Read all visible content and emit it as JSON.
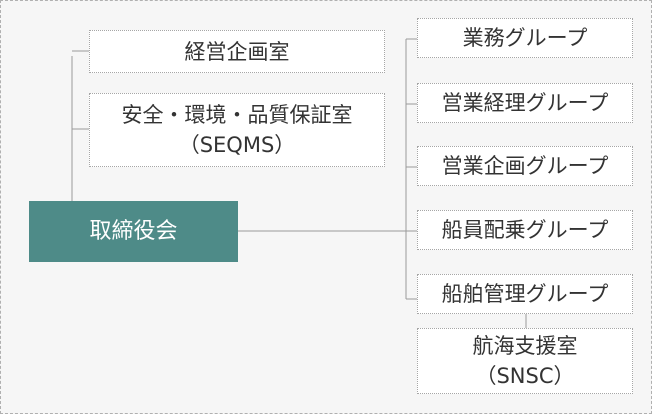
{
  "board": {
    "label": "取締役会",
    "fill": "#4e8b88"
  },
  "left_units": [
    {
      "line1": "経営企画室",
      "line2": ""
    },
    {
      "line1": "安全・環境・品質保証室",
      "line2": "（SEQMS）"
    }
  ],
  "right_groups": [
    {
      "label": "業務グループ"
    },
    {
      "label": "営業経理グループ"
    },
    {
      "label": "営業企画グループ"
    },
    {
      "label": "船員配乗グループ"
    },
    {
      "label": "船舶管理グループ"
    }
  ],
  "sub_unit": {
    "line1": "航海支援室",
    "line2": "（SNSC）"
  },
  "colors": {
    "connector": "#9a9a9a",
    "box_border": "#a6a6a6",
    "background": "#f6f6f6"
  }
}
